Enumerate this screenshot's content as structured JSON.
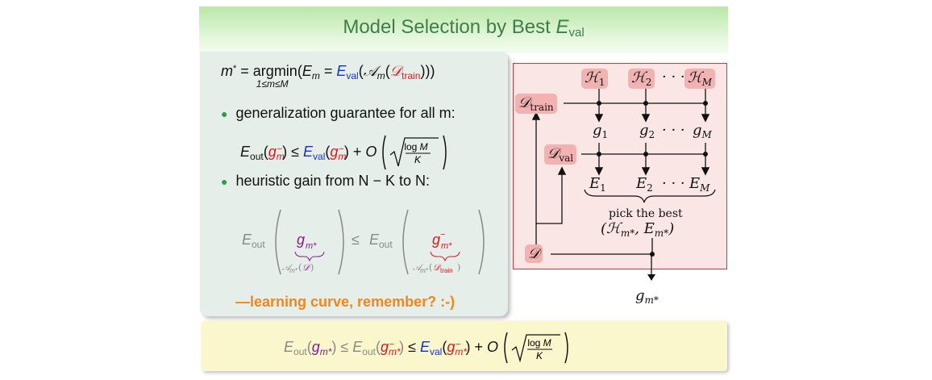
{
  "title": {
    "text": "Model Selection by Best ",
    "symbol": "E",
    "sub": "val"
  },
  "left": {
    "line1": {
      "lhs": "m*",
      "op": "argmin",
      "sub": "1≤m≤M",
      "rest_a": "(E",
      "rest_b": "m",
      "rest_c": " = ",
      "Eval": "E",
      "val": "val",
      "A": "(𝒜",
      "Am": "m",
      "Dtrain": "(𝒟",
      "train": "train",
      "close": ")))"
    },
    "bullet1": "generalization guarantee for all m:",
    "ineq1": {
      "Eout": "E",
      "out": "out",
      "g": "g",
      "m": "m",
      "le": "≤",
      "Eval": "E",
      "val": "val",
      "plus": "+ O",
      "logM": "log M",
      "K": "K"
    },
    "bullet2": "heuristic gain from N − K to N:",
    "ineq2": {
      "Eout": "E",
      "out": "out",
      "g": "g",
      "m": "m*",
      "brace1": "𝒜m*(𝒟)",
      "le": "≤",
      "brace2a": "𝒜m*(",
      "brace2b": "𝒟train",
      "brace2c": ")"
    },
    "lc": "—learning curve, remember? :-)"
  },
  "diagram": {
    "H1": "ℋ1",
    "H2": "ℋ2",
    "dots_h": "· · ·",
    "HM": "ℋM",
    "Dtrain": "𝒟train",
    "g1": "g1",
    "g2": "g2",
    "dots_g": "· · ·",
    "gM": "gM",
    "Dval": "𝒟val",
    "E1": "E1",
    "E2": "E2",
    "dots_e": "· · ·",
    "EM": "EM",
    "pick": "pick the best",
    "pair": "(ℋm*,  Em*)",
    "D": "𝒟",
    "gstar": "gm*"
  },
  "bottom": {
    "text": "Eout(gm*) ≤ Eout(gm*) ≤ Eval(gm*) + O(√(log M / K))"
  }
}
